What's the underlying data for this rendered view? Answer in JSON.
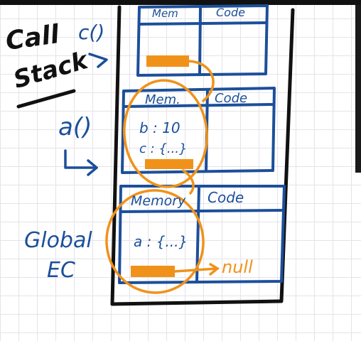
{
  "labels": {
    "call_stack_line1": "Call",
    "call_stack_line2": "Stack",
    "call_stack_suffix": "c()",
    "a_call": "a()",
    "global_line1": "Global",
    "global_line2": "EC"
  },
  "frames": {
    "c": {
      "memory_header": "Mem",
      "code_header": "Code"
    },
    "a": {
      "memory_header": "Mem.",
      "code_header": "Code",
      "memory_entries": [
        "b : 10",
        "c : {...}"
      ]
    },
    "global": {
      "memory_header": "Memory",
      "code_header": "Code",
      "memory_entries": [
        "a : {...}"
      ],
      "outer_reference": "null"
    }
  },
  "colors": {
    "ink": "#111111",
    "blue": "#1c4f9a",
    "orange": "#f0921a",
    "grid": "#e4e4ea"
  }
}
